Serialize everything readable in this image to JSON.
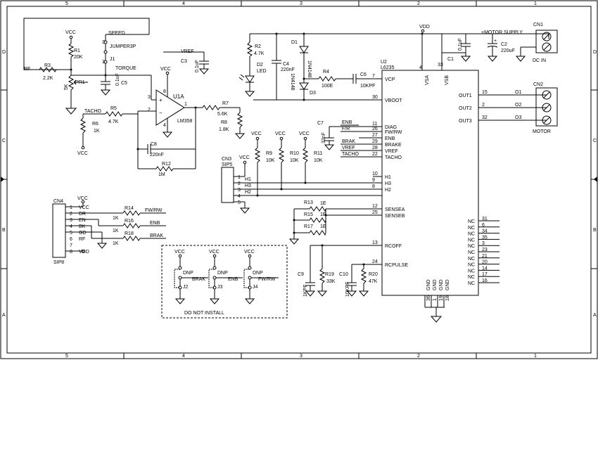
{
  "frame": {
    "col_labels": [
      "5",
      "4",
      "3",
      "2",
      "1"
    ],
    "row_labels": [
      "D",
      "C",
      "B",
      "A"
    ]
  },
  "notes": {
    "dnp_box": "DO NOT INSTALL"
  },
  "nets": {
    "vcc": "VCC",
    "vdd": "VDD",
    "vref": "VREF",
    "speed": "SPEED",
    "torque": "TORQUE",
    "tacho": "TACHO",
    "rf": "RF",
    "motor_supply": "+MOTOR SUPPLY",
    "fwrw": "FW/RW",
    "enb": "ENB",
    "brak": "BRAK",
    "fr": "F/R",
    "o1": "O1",
    "o2": "O2",
    "o3": "O3",
    "h1": "H1",
    "h2": "H2",
    "h3": "H3",
    "dnp": "DNP"
  },
  "parts": {
    "r1": {
      "ref": "R1",
      "val": "20K"
    },
    "r2": {
      "ref": "R2",
      "val": "4.7K"
    },
    "r3": {
      "ref": "R3",
      "val": "2.2K"
    },
    "r4": {
      "ref": "R4",
      "val": "100E"
    },
    "r5": {
      "ref": "R5",
      "val": "4.7K"
    },
    "r6": {
      "ref": "R6",
      "val": "1K"
    },
    "r7": {
      "ref": "R7",
      "val": "5.6K"
    },
    "r8": {
      "ref": "R8",
      "val": "1.8K"
    },
    "r9": {
      "ref": "R9",
      "val": "10K"
    },
    "r10": {
      "ref": "R10",
      "val": "10K"
    },
    "r11": {
      "ref": "R11",
      "val": "10K"
    },
    "r12": {
      "ref": "R12",
      "val": "1M"
    },
    "r13": {
      "ref": "R13",
      "val": "1E"
    },
    "r14": {
      "ref": "R14",
      "val": "1K"
    },
    "r15": {
      "ref": "R15",
      "val": "1E"
    },
    "r16": {
      "ref": "R16",
      "val": "1K"
    },
    "r17": {
      "ref": "R17",
      "val": "1E"
    },
    "r18": {
      "ref": "R18",
      "val": "1K"
    },
    "r19": {
      "ref": "R19",
      "val": "33K"
    },
    "r20": {
      "ref": "R20",
      "val": "47K"
    },
    "c1": {
      "ref": "C1",
      "val": "0.1uF"
    },
    "c2": {
      "ref": "C2",
      "val": "220uF"
    },
    "c3": {
      "ref": "C3",
      "val": "0.1uF"
    },
    "c4": {
      "ref": "C4",
      "val": "220nF"
    },
    "c5": {
      "ref": "C5",
      "val": "0.1uF"
    },
    "c6": {
      "ref": "C6",
      "val": "10KPF"
    },
    "c7": {
      "ref": "C7",
      "val": "33nF"
    },
    "c8": {
      "ref": "C8",
      "val": "220nF"
    },
    "c9": {
      "ref": "C9",
      "val": "1KPF"
    },
    "c10": {
      "ref": "C10",
      "val": "10KPF"
    },
    "d1": {
      "ref": "D1",
      "val": "1N4148"
    },
    "d2": {
      "ref": "D2",
      "val": "LED"
    },
    "d3": {
      "ref": "D3",
      "val": "1N4148"
    },
    "pr1": {
      "ref": "PR1",
      "val": "5K"
    },
    "u1a": {
      "ref": "U1A",
      "val": "LM358"
    },
    "u2": {
      "ref": "U2",
      "val": "L6235"
    },
    "j1": {
      "ref": "J1",
      "val": "JUMPER3P"
    },
    "j2": {
      "ref": "J2"
    },
    "j3": {
      "ref": "J3"
    },
    "j4": {
      "ref": "J4"
    },
    "cn1": {
      "ref": "CN1",
      "val": "DC IN"
    },
    "cn2": {
      "ref": "CN2",
      "val": "MOTOR"
    },
    "cn3": {
      "ref": "CN3",
      "val": "SIP5"
    },
    "cn4": {
      "ref": "CN4",
      "val": "SIP8"
    }
  },
  "u2_pins": {
    "left": [
      {
        "num": "7",
        "name": "VCP"
      },
      {
        "num": "30",
        "name": "VBOOT"
      },
      {
        "num": "11",
        "name": "DIAG"
      },
      {
        "num": "26",
        "name": "FW/RW"
      },
      {
        "num": "27",
        "name": "ENB"
      },
      {
        "num": "29",
        "name": "BRAKE"
      },
      {
        "num": "28",
        "name": "VREF"
      },
      {
        "num": "22",
        "name": "TACHO"
      },
      {
        "num": "10",
        "name": "H1"
      },
      {
        "num": "9",
        "name": "H3"
      },
      {
        "num": "8",
        "name": "H2"
      },
      {
        "num": "12",
        "name": "SENSEA"
      },
      {
        "num": "25",
        "name": "SENSEB"
      },
      {
        "num": "13",
        "name": "RCOFF"
      },
      {
        "num": "24",
        "name": "RCPULSE"
      }
    ],
    "top": [
      {
        "num": "4",
        "name": "VSA"
      },
      {
        "num": "33",
        "name": "VSB"
      }
    ],
    "right": [
      {
        "num": "15",
        "name": "OUT1"
      },
      {
        "num": "2",
        "name": "OUT2"
      },
      {
        "num": "32",
        "name": "OUT3"
      }
    ],
    "nc_label": "NC",
    "nc_nums": [
      "31",
      "6",
      "34",
      "35",
      "3",
      "23",
      "21",
      "20",
      "14",
      "17",
      "16"
    ],
    "gnd_label": "GND",
    "gnd_nums": [
      "36",
      "1",
      "19",
      "18"
    ]
  },
  "u1_pins": {
    "p1": "1",
    "p2": "2",
    "p3": "3",
    "p4": "4",
    "p8": "8"
  },
  "cn4_pins": [
    {
      "num": "1",
      "name": "VCC"
    },
    {
      "num": "2",
      "name": "DR"
    },
    {
      "num": "3",
      "name": "EN"
    },
    {
      "num": "4",
      "name": "BK"
    },
    {
      "num": "5",
      "name": "GD"
    },
    {
      "num": "6",
      "name": "RF"
    },
    {
      "num": "7",
      "name": ""
    },
    {
      "num": "8",
      "name": "VDD"
    }
  ],
  "cn3_pins": [
    "1",
    "2",
    "3",
    "4",
    "5"
  ]
}
